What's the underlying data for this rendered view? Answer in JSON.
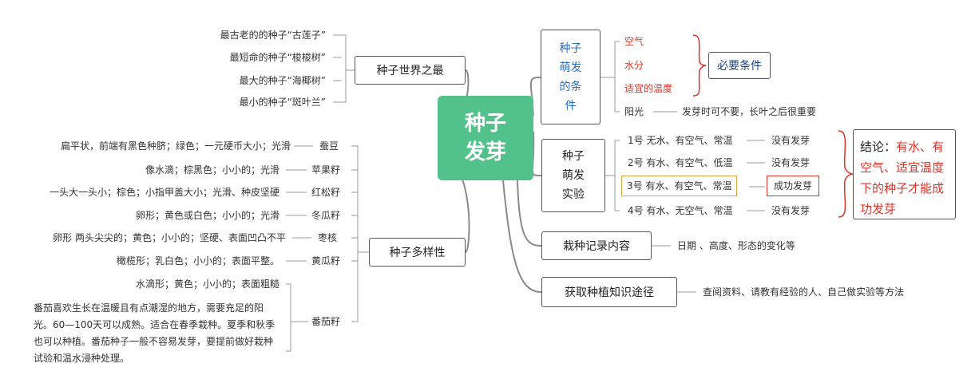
{
  "center": {
    "line1": "种子",
    "line2": "发芽"
  },
  "left": {
    "records": {
      "label": "种子世界之最",
      "items": [
        "最古老的的种子“古莲子”",
        "最短命的种子“梭梭树”",
        "最大的种子“海椰树”",
        "最小的种子“斑叶兰”"
      ]
    },
    "diversity": {
      "label": "种子多样性",
      "items": [
        {
          "desc": "扁平状，前端有黑色种脐；绿色；一元硬币大小；光滑",
          "name": "蚕豆"
        },
        {
          "desc": "像水滴；棕黑色；小小的；光滑",
          "name": "苹果籽"
        },
        {
          "desc": "一头大一头小；棕色；小指甲盖大小；光滑、种皮坚硬",
          "name": "红松籽"
        },
        {
          "desc": "卵形；黄色或白色；小小的；光滑",
          "name": "冬瓜籽"
        },
        {
          "desc": "卵形 两头尖尖的；黄色；小小的；坚硬、表面凹凸不平",
          "name": "枣核"
        },
        {
          "desc": "橄榄形；乳白色；小小的；表面平整。",
          "name": "黄瓜籽"
        }
      ],
      "tomato": {
        "name": "番茄籽",
        "desc1": "水滴形；黄色；小小的；表面粗糙",
        "desc2": "番茄喜欢生长在温暖且有点潮湿的地方，需要充足的阳光。60—100天可以成熟。适合在春季栽种。夏季和秋季也可以种植。番茄种子一般不容易发芽，要提前做好栽种试验和温水浸种处理。"
      }
    }
  },
  "right": {
    "conditions": {
      "label": [
        "种子",
        "萌发",
        "的条",
        "件"
      ],
      "items": [
        "空气",
        "水分",
        "适宜的温度"
      ],
      "necessary": "必要条件",
      "light": "阳光",
      "light_note": "发芽时可不要，长叶之后很重要"
    },
    "experiment": {
      "label": [
        "种子",
        "萌发",
        "实验"
      ],
      "rows": [
        {
          "setup": "1号 无水、有空气、常温",
          "result": "没有发芽"
        },
        {
          "setup": "2号 有水、有空气、低温",
          "result": "没有发芽"
        },
        {
          "setup": "3号 有水、有空气、常温",
          "result": "成功发芽"
        },
        {
          "setup": "4号 有水、无空气、常温",
          "result": "没有发芽"
        }
      ],
      "conclusion_prefix": "结论：",
      "conclusion": "有水、有空气、适宜温度下的种子才能成功发芽"
    },
    "record": {
      "label": "栽种记录内容",
      "note": "日期 、高度、形态的变化等"
    },
    "knowledge": {
      "label": "获取种植知识途径",
      "note": "查阅资料、请教有经验的人、自己做实验等方法"
    }
  },
  "colors": {
    "center": "#52c18b",
    "accent_red": "#d9362b",
    "accent_blue": "#2a6ec2",
    "orange_box": "#e8a040"
  }
}
